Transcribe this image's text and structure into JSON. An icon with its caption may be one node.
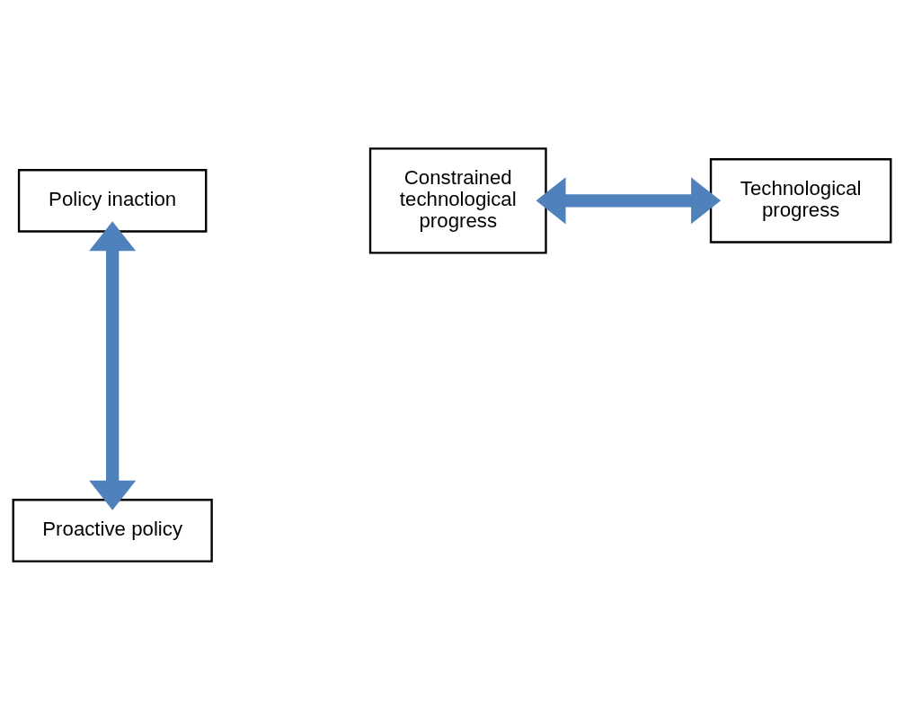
{
  "diagram": {
    "nodes": [
      {
        "text": [
          "Policy inaction"
        ]
      },
      {
        "text": [
          "Constrained technological progress"
        ]
      },
      {
        "text": [
          "Technological progress"
        ]
      },
      {
        "text": [
          "Proactive policy"
        ]
      }
    ],
    "edges": [
      {
        "from": 0,
        "to": 3,
        "arrow": "both"
      },
      {
        "from": 1,
        "to": 2,
        "arrow": "both"
      }
    ]
  }
}
